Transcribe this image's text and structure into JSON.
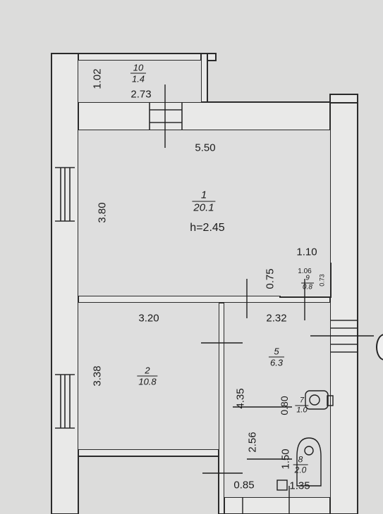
{
  "rooms": [
    {
      "id": "room-1",
      "number": "1",
      "area": "20.1"
    },
    {
      "id": "room-2",
      "number": "2",
      "area": "10.8"
    },
    {
      "id": "room-5",
      "number": "5",
      "area": "6.3"
    },
    {
      "id": "room-7",
      "number": "7",
      "area": "1.0"
    },
    {
      "id": "room-8",
      "number": "8",
      "area": "2.0"
    },
    {
      "id": "room-9",
      "number": "9",
      "area": "0.8"
    },
    {
      "id": "room-10",
      "number": "10",
      "area": "1.4"
    }
  ],
  "ceiling_height": "h=2.45",
  "dimensions": {
    "d_102": "1.02",
    "d_273": "2.73",
    "d_550": "5.50",
    "d_380": "3.80",
    "d_110": "1.10",
    "d_075": "0.75",
    "d_106": "1.06",
    "d_073": "0.73",
    "d_320": "3.20",
    "d_232": "2.32",
    "d_338": "3.38",
    "d_435": "4.35",
    "d_080": "0.80",
    "d_256": "2.56",
    "d_150": "1.50",
    "d_085": "0.85",
    "d_135": "1.35"
  }
}
